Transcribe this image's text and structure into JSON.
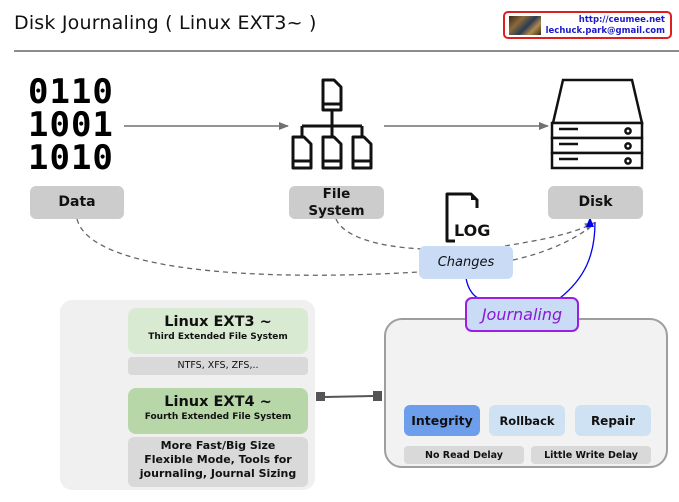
{
  "header": {
    "title": "Disk Journaling ( Linux EXT3~ )",
    "badge": {
      "url": "http://ceumee.net",
      "email": "lechuck.park@gmail.com"
    }
  },
  "flow": {
    "binary_lines": [
      "0110",
      "1001",
      "1010"
    ],
    "nodes": [
      {
        "id": "data",
        "label": "Data",
        "icon": "binary-data-icon"
      },
      {
        "id": "file_system",
        "label": "File System",
        "label_lines": [
          "File",
          "System"
        ],
        "icon": "file-hierarchy-icon"
      },
      {
        "id": "disk",
        "label": "Disk",
        "icon": "server-disk-icon"
      }
    ],
    "log_icon_text": "LOG",
    "changes_label": "Changes",
    "journaling_label": "Journaling"
  },
  "linux_panel": {
    "icon": "tux-penguin-icon",
    "ext3": {
      "title": "Linux EXT3 ~",
      "subtitle": "Third Extended File System"
    },
    "others": "NTFS, XFS, ZFS,..",
    "ext4": {
      "title": "Linux EXT4 ~",
      "subtitle": "Fourth Extended File System"
    },
    "ext4_notes": [
      "More Fast/Big Size",
      "Flexible Mode, Tools for",
      "journaling, Journal Sizing"
    ]
  },
  "journaling_panel": {
    "features": [
      {
        "label": "Integrity",
        "icon": "puzzle-hands-icon",
        "highlighted": true
      },
      {
        "label": "Rollback",
        "icon": "arrow-left-circle-icon",
        "highlighted": false
      },
      {
        "label": "Repair",
        "icon": "wrench-screwdriver-icon",
        "highlighted": false
      }
    ],
    "delays": [
      "No Read Delay",
      "Little Write Delay"
    ]
  },
  "colors": {
    "badge_border": "#e01e1e",
    "badge_text": "#1a1ac8",
    "journaling_border": "#9a1ee6",
    "journaling_text": "#8a1ad6",
    "changes_bg": "#c9dbf5",
    "integrity_bg": "#6d9eeb",
    "feature_bg": "#cfe2f3",
    "ext3_bg": "#d8ebd2",
    "ext4_bg": "#b7d7a8",
    "journal_arrow": "#0000ee"
  }
}
